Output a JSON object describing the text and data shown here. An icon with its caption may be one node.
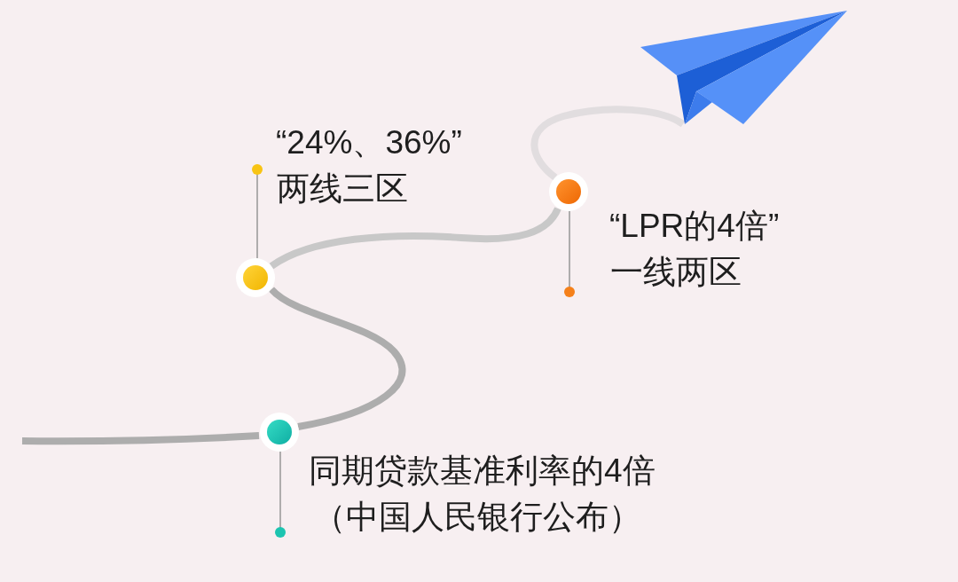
{
  "diagram": {
    "nodes": [
      {
        "text": [],
        "shape": "circle",
        "beside": [
          "同期贷款基准利率的4倍",
          "（中国人民银行公布）"
        ]
      },
      {
        "text": [],
        "shape": "circle",
        "beside": [
          "“24%、36%”",
          "两线三区"
        ]
      },
      {
        "text": [],
        "shape": "circle",
        "beside": [
          "“LPR的4倍”",
          "一线两区"
        ]
      },
      {
        "text": [],
        "shape": "picture"
      }
    ],
    "edges": [
      {
        "from": null,
        "to": 0,
        "arrow": "none"
      },
      {
        "from": 0,
        "to": 1,
        "arrow": "none"
      },
      {
        "from": 1,
        "to": 2,
        "arrow": "none",
        "color": "#c8c8c8"
      },
      {
        "from": 2,
        "to": 3,
        "arrow": "none",
        "color": "#e1dddf"
      }
    ]
  }
}
